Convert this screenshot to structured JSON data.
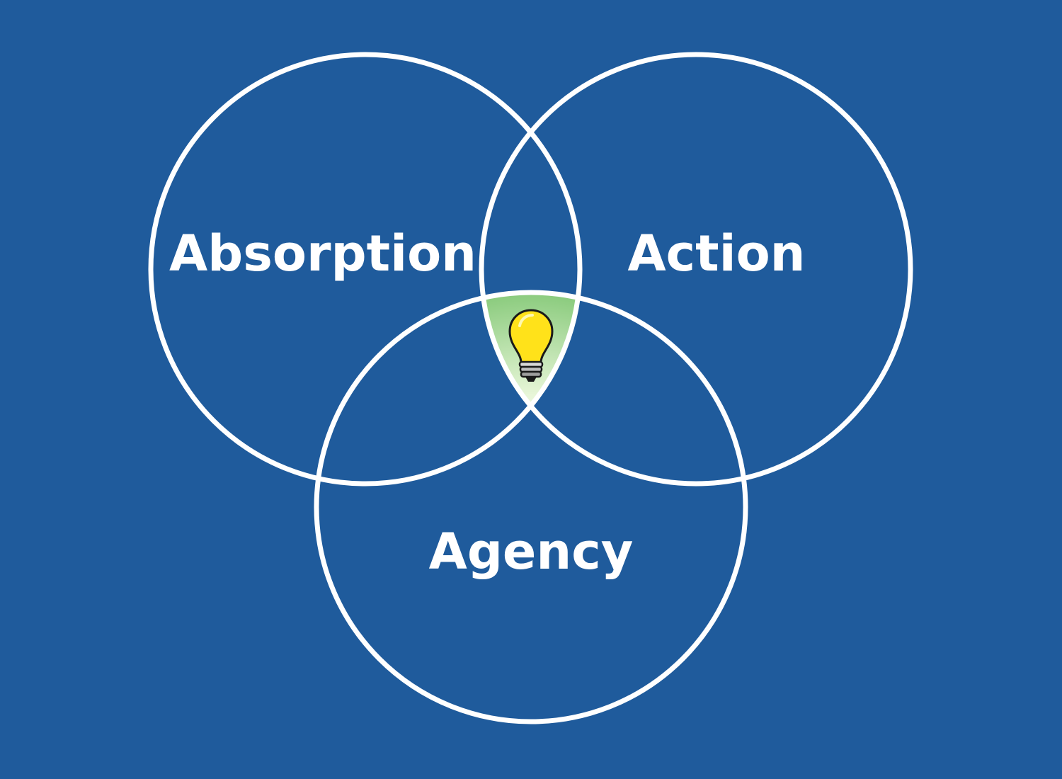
{
  "diagram": {
    "background_color": "#1f5b9c",
    "circle_stroke_color": "#ffffff",
    "intersection_fill_color": "#4fb044",
    "bulb_color": "#ffe21a",
    "center_icon": "lightbulb-icon",
    "labels": {
      "absorption": "Absorption",
      "action": "Action",
      "agency": "Agency"
    }
  }
}
